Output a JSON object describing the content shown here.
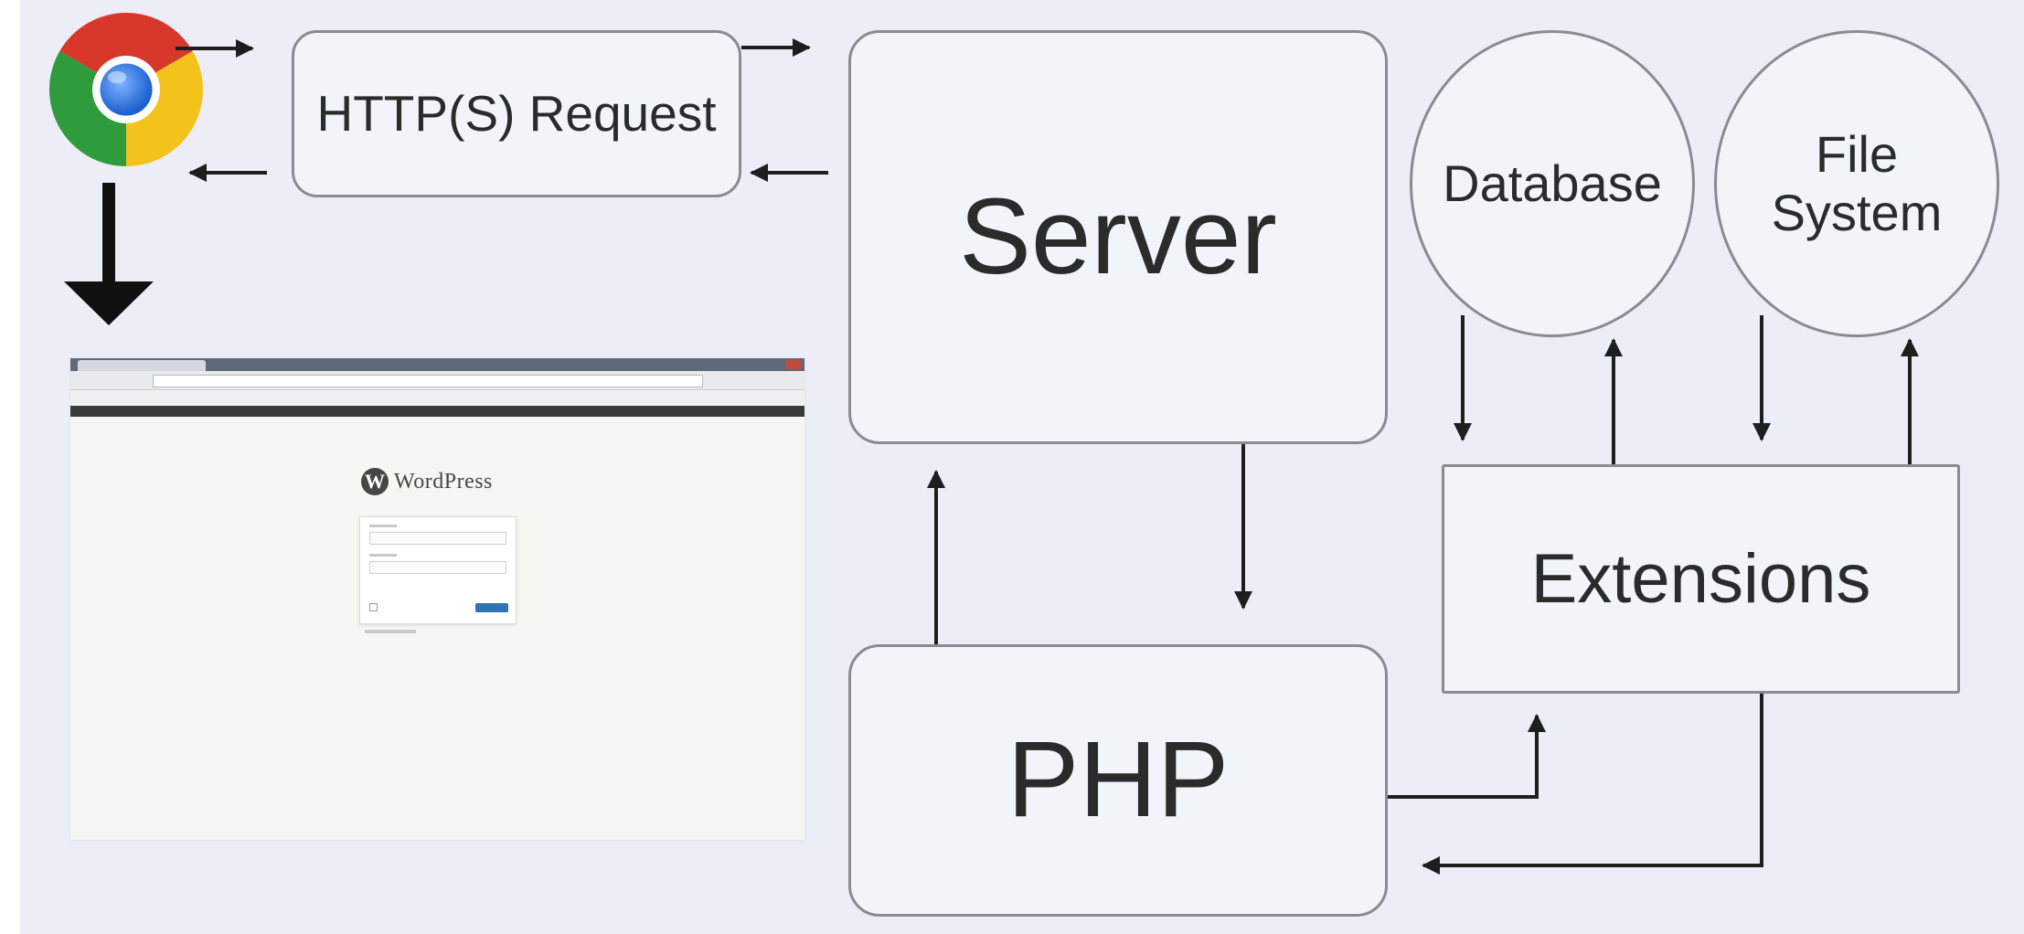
{
  "diagram": {
    "nodes": {
      "http_request": "HTTP(S) Request",
      "server": "Server",
      "php": "PHP",
      "extensions": "Extensions",
      "database": "Database",
      "file_system": "File\nSystem"
    }
  },
  "icons": {
    "browser": "chrome-logo-icon",
    "screenshot": "wordpress-login-screenshot"
  },
  "colors": {
    "background": "#ededf7",
    "node_fill": "#f3f3fa",
    "node_border": "#8a8a90",
    "arrow": "#1e1e1e",
    "text": "#2b2b2b"
  }
}
